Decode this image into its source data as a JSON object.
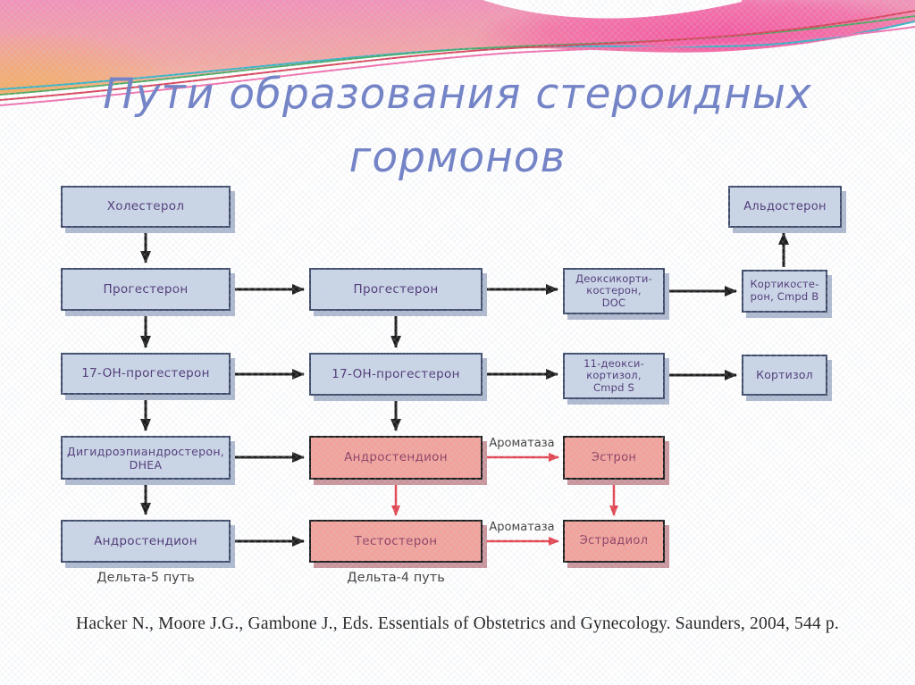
{
  "slide": {
    "title": {
      "line1": "Пути образования стероидных",
      "line2": "гормонов"
    },
    "citation": "Hacker N., Moore J.G., Gambone J., Eds. Essentials of Obstetrics and Gynecology. Saunders, 2004, 544 p."
  },
  "diagram": {
    "type": "flowchart",
    "boxes": {
      "cholesterol": {
        "text": "Холестерол",
        "style": "blue"
      },
      "pregnenolone": {
        "text": "Прогестерон",
        "style": "blue"
      },
      "oh_progesterone_d5": {
        "text": "17-OH-прогестерон",
        "style": "blue"
      },
      "dhea": {
        "text": "Дигидроэпиандростерон,\nDHEA",
        "style": "blue"
      },
      "androstenedione_d5": {
        "text": "Андростендион",
        "style": "blue"
      },
      "progesterone_d4": {
        "text": "Прогестерон",
        "style": "blue"
      },
      "oh_progesterone_d4": {
        "text": "17-OH-прогестерон",
        "style": "blue"
      },
      "androstenedione_d4": {
        "text": "Андростендион",
        "style": "pink"
      },
      "testosterone": {
        "text": "Тестостерон",
        "style": "pink"
      },
      "doc": {
        "text": "Деоксикорти-\nкостерон,\nDOC",
        "style": "blue"
      },
      "deoxycortisol": {
        "text": "11-деокси-\nкортизол,\nCmpd S",
        "style": "blue"
      },
      "estrone": {
        "text": "Эстрон",
        "style": "pink"
      },
      "estradiol": {
        "text": "Эстрадиол",
        "style": "pink"
      },
      "corticosterone": {
        "text": "Кортикосте-\nрон, Cmpd B",
        "style": "blue"
      },
      "cortisol": {
        "text": "Кортизол",
        "style": "blue"
      },
      "aldosterone": {
        "text": "Альдостерон",
        "style": "blue"
      }
    },
    "labels": {
      "delta5": "Дельта-5 путь",
      "delta4": "Дельта-4 путь",
      "aromatase_top": "Ароматаза",
      "aromatase_bottom": "Ароматаза"
    },
    "edges": [
      {
        "from": "cholesterol",
        "to": "pregnenolone",
        "color": "black"
      },
      {
        "from": "pregnenolone",
        "to": "oh_progesterone_d5",
        "color": "black"
      },
      {
        "from": "oh_progesterone_d5",
        "to": "dhea",
        "color": "black"
      },
      {
        "from": "dhea",
        "to": "androstenedione_d5",
        "color": "black"
      },
      {
        "from": "pregnenolone",
        "to": "progesterone_d4",
        "color": "black"
      },
      {
        "from": "oh_progesterone_d5",
        "to": "oh_progesterone_d4",
        "color": "black"
      },
      {
        "from": "dhea",
        "to": "androstenedione_d4",
        "color": "black"
      },
      {
        "from": "androstenedione_d5",
        "to": "testosterone",
        "color": "black"
      },
      {
        "from": "progesterone_d4",
        "to": "oh_progesterone_d4",
        "color": "black"
      },
      {
        "from": "oh_progesterone_d4",
        "to": "androstenedione_d4",
        "color": "black"
      },
      {
        "from": "androstenedione_d4",
        "to": "testosterone",
        "color": "red"
      },
      {
        "from": "progesterone_d4",
        "to": "doc",
        "color": "black"
      },
      {
        "from": "oh_progesterone_d4",
        "to": "deoxycortisol",
        "color": "black"
      },
      {
        "from": "doc",
        "to": "corticosterone",
        "color": "black"
      },
      {
        "from": "deoxycortisol",
        "to": "cortisol",
        "color": "black"
      },
      {
        "from": "corticosterone",
        "to": "aldosterone",
        "color": "black"
      },
      {
        "from": "androstenedione_d4",
        "to": "estrone",
        "color": "red",
        "label": "Ароматаза"
      },
      {
        "from": "testosterone",
        "to": "estradiol",
        "color": "red",
        "label": "Ароматаза"
      },
      {
        "from": "estrone",
        "to": "estradiol",
        "color": "red"
      }
    ],
    "colors": {
      "box_blue_fill": "#c9d5e6",
      "box_pink_fill": "#f2a29b",
      "arrow_black": "#1c1c1c",
      "arrow_red": "#e2434e",
      "title_text": "#7484c6"
    }
  }
}
